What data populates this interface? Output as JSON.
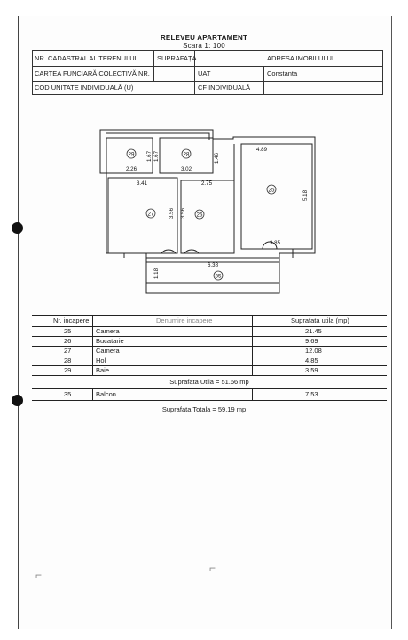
{
  "title": "RELEVEU APARTAMENT",
  "scale": "Scara 1: 100",
  "header": {
    "row1": [
      "NR. CADASTRAL AL TERENULUI",
      "SUPRAFAȚA",
      "ADRESA IMOBILULUI"
    ],
    "row2": [
      "CARTEA FUNCIARĂ COLECTIVĂ NR.",
      "UAT",
      "Constanta"
    ],
    "row3": [
      "COD UNITATE INDIVIDUALĂ (U)",
      "CF INDIVIDUALĂ"
    ]
  },
  "plan": {
    "rooms": [
      "29",
      "28",
      "25",
      "27",
      "26",
      "35"
    ],
    "dimensions": [
      "2.26",
      "1.67",
      "1.67",
      "3.02",
      "1.46",
      "4.89",
      "3.41",
      "2.75",
      "5.18",
      "3.56",
      "3.56",
      "3.85",
      "6.38",
      "1.18"
    ]
  },
  "table": {
    "columns": [
      "Nr. incapere",
      "Denumire incapere",
      "Suprafata utila (mp)"
    ],
    "rows": [
      {
        "nr": "25",
        "name": "Camera",
        "area": "21.45"
      },
      {
        "nr": "26",
        "name": "Bucatarie",
        "area": "9.69"
      },
      {
        "nr": "27",
        "name": "Camera",
        "area": "12.08"
      },
      {
        "nr": "28",
        "name": "Hol",
        "area": "4.85"
      },
      {
        "nr": "29",
        "name": "Baie",
        "area": "3.59"
      }
    ],
    "subtotal": "Suprafata Utila = 51.66 mp",
    "balcony": {
      "nr": "35",
      "name": "Balcon",
      "area": "7.53"
    },
    "total": "Suprafata Totala = 59.19 mp"
  }
}
